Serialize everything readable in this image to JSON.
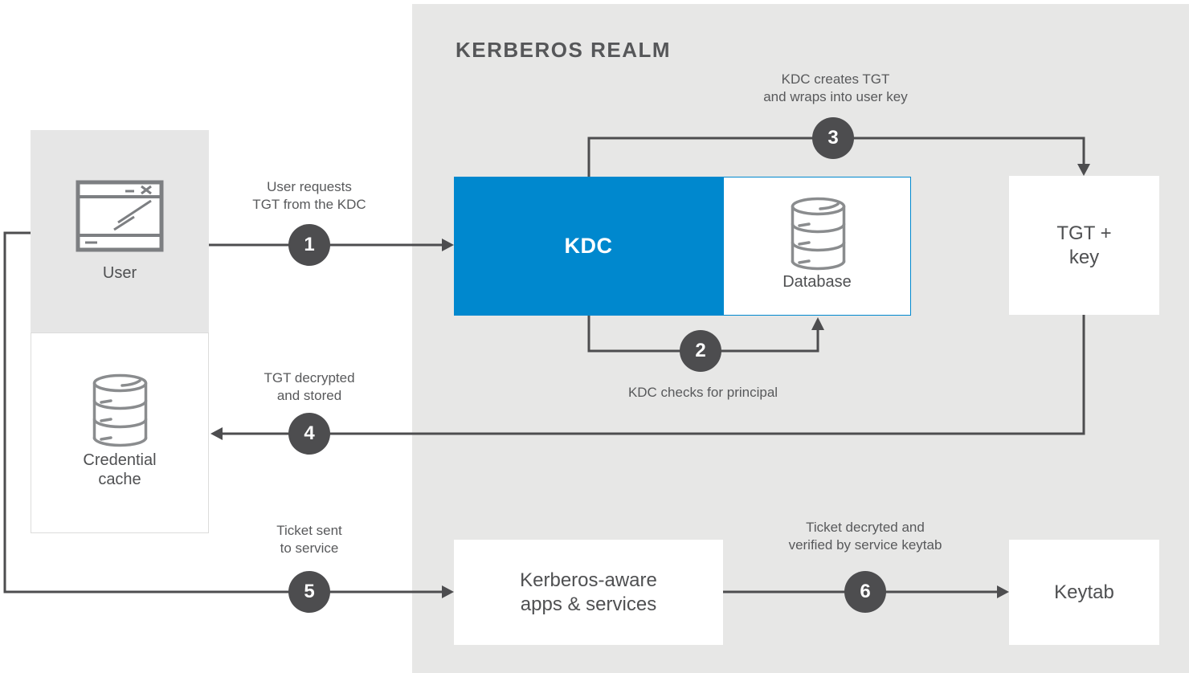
{
  "realm": {
    "title": "KERBEROS REALM"
  },
  "nodes": {
    "user": {
      "label": "User",
      "icon": "window-icon"
    },
    "credential_cache": {
      "label": "Credential\ncache",
      "icon": "database-icon"
    },
    "kdc": {
      "label": "KDC"
    },
    "database": {
      "label": "Database",
      "icon": "database-icon"
    },
    "tgt_key": {
      "label": "TGT +\nkey"
    },
    "apps": {
      "label": "Kerberos-aware\napps & services"
    },
    "keytab": {
      "label": "Keytab"
    }
  },
  "steps": [
    {
      "num": "1",
      "label": "User requests\nTGT from the KDC"
    },
    {
      "num": "2",
      "label": "KDC checks for principal"
    },
    {
      "num": "3",
      "label": "KDC creates TGT\nand wraps into user key"
    },
    {
      "num": "4",
      "label": "TGT decrypted\nand stored"
    },
    {
      "num": "5",
      "label": "Ticket sent\nto service"
    },
    {
      "num": "6",
      "label": "Ticket decryted and\nverified by service keytab"
    }
  ],
  "colors": {
    "accent_blue": "#0088ce",
    "realm_bg": "#e7e7e6",
    "node_gray_bg": "#e6e6e6",
    "line_dark": "#4d4d4f",
    "text_gray": "#58595b",
    "icon_gray": "#7d7f82",
    "white": "#ffffff"
  }
}
